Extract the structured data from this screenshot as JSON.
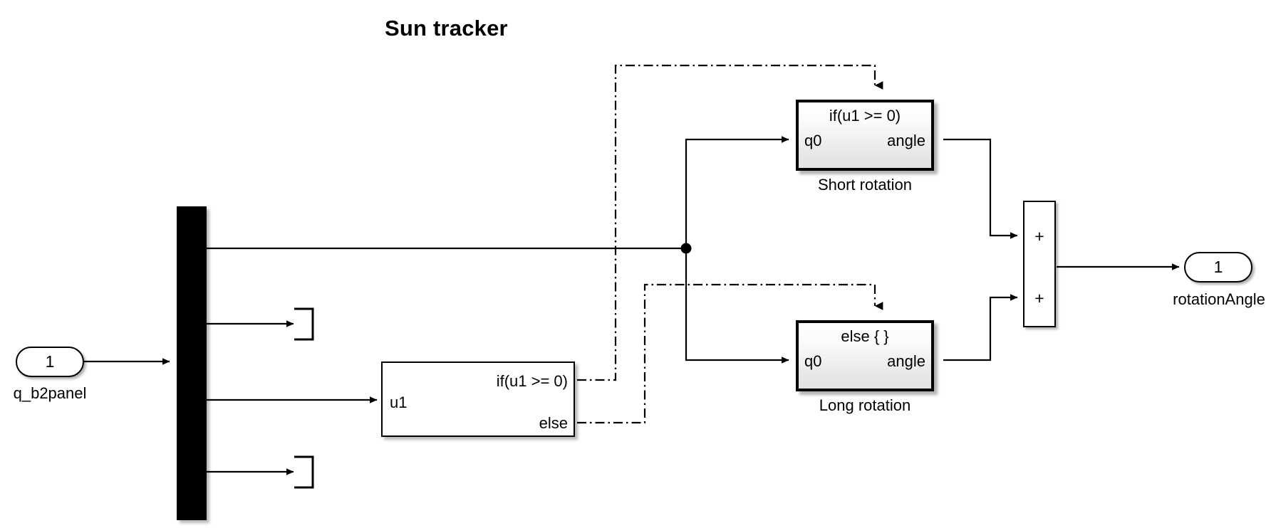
{
  "diagram": {
    "title": "Sun tracker",
    "type": "block-diagram",
    "background": "#ffffff",
    "line_color": "#000000",
    "control_line_style": "dash-dot"
  },
  "input_port": {
    "number": "1",
    "label": "q_b2panel"
  },
  "output_port": {
    "number": "1",
    "label": "rotationAngle"
  },
  "bus_selector": {
    "name": "bus-selector",
    "fill": "#000000"
  },
  "if_block": {
    "input_label": "u1",
    "output_if_label": "if(u1 >= 0)",
    "output_else_label": "else"
  },
  "subsystems": [
    {
      "id": "short-rotation",
      "condition": "if(u1 >= 0)",
      "port_in": "q0",
      "port_out": "angle",
      "caption": "Short rotation"
    },
    {
      "id": "long-rotation",
      "condition": "else { }",
      "port_in": "q0",
      "port_out": "angle",
      "caption": "Long rotation"
    }
  ],
  "sum_block": {
    "sign_top": "+",
    "sign_bottom": "+"
  },
  "terminators": [
    {
      "id": "terminator-1"
    },
    {
      "id": "terminator-2"
    }
  ]
}
